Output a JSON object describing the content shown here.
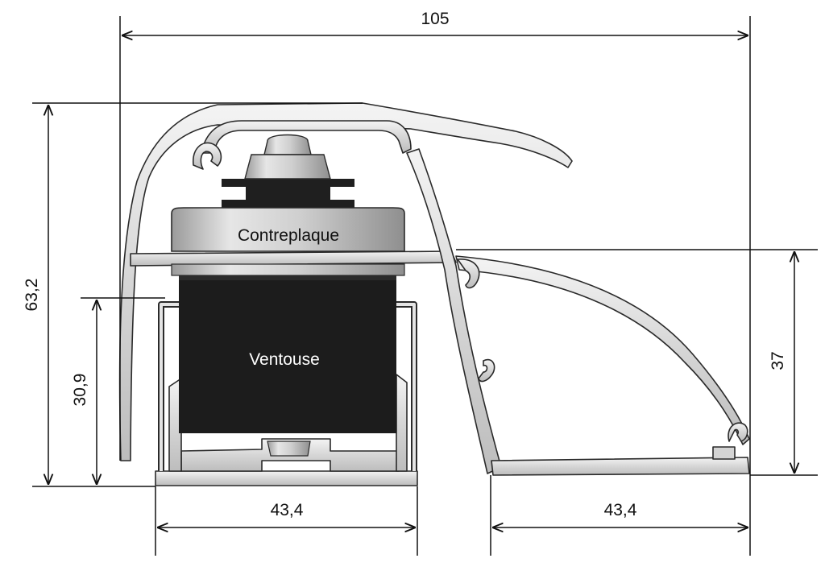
{
  "colors": {
    "aluminium_light": "#e8e8e8",
    "aluminium_mid": "#c2c2c2",
    "aluminium_outline": "#2a2a2a",
    "ventouse": "#1c1c1c",
    "contreplaque_fill": "#c9c9c9",
    "dimension_line": "#111111"
  },
  "dimensions": {
    "overall_width": "105",
    "overall_height": "63,2",
    "inner_height": "30,9",
    "right_height": "37",
    "left_base_width": "43,4",
    "right_base_width": "43,4"
  },
  "labels": {
    "contreplaque": "Contreplaque",
    "ventouse": "Ventouse"
  }
}
